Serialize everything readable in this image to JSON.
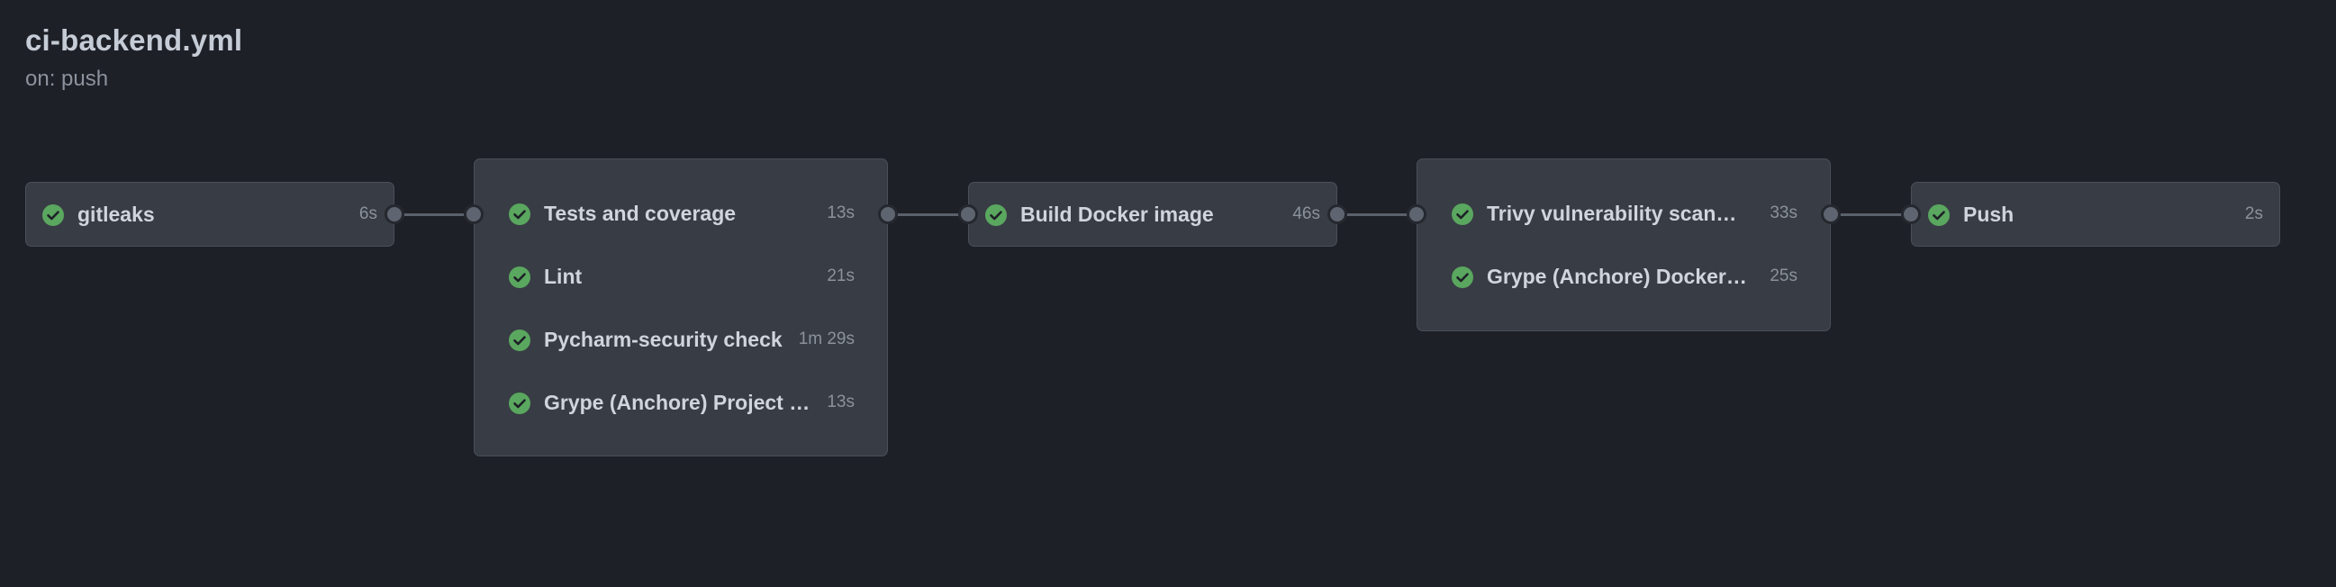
{
  "workflow": {
    "title": "ci-backend.yml",
    "trigger": "on: push"
  },
  "colors": {
    "background": "#1e2027",
    "card": "#383c44",
    "success": "#5aa75f"
  },
  "stages": [
    {
      "jobs": [
        {
          "name": "gitleaks",
          "duration": "6s",
          "status": "success"
        }
      ]
    },
    {
      "jobs": [
        {
          "name": "Tests and coverage",
          "duration": "13s",
          "status": "success"
        },
        {
          "name": "Lint",
          "duration": "21s",
          "status": "success"
        },
        {
          "name": "Pycharm-security check",
          "duration": "1m 29s",
          "status": "success"
        },
        {
          "name": "Grype (Anchore) Project S...",
          "duration": "13s",
          "status": "success"
        }
      ]
    },
    {
      "jobs": [
        {
          "name": "Build Docker image",
          "duration": "46s",
          "status": "success"
        }
      ]
    },
    {
      "jobs": [
        {
          "name": "Trivy vulnerability scanner",
          "duration": "33s",
          "status": "success"
        },
        {
          "name": "Grype (Anchore) Docker ...",
          "duration": "25s",
          "status": "success"
        }
      ]
    },
    {
      "jobs": [
        {
          "name": "Push",
          "duration": "2s",
          "status": "success"
        }
      ]
    }
  ]
}
